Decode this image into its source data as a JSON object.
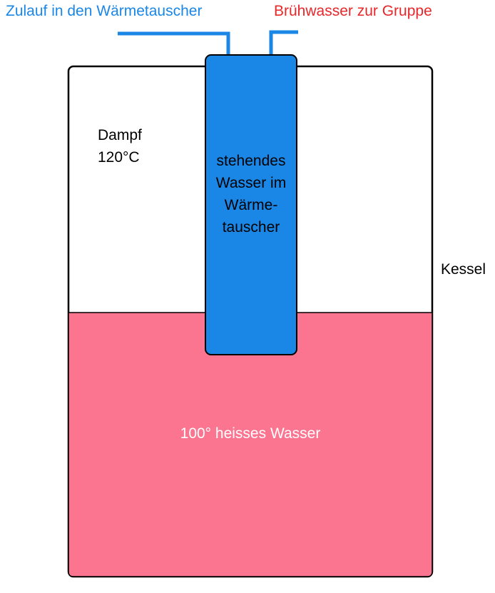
{
  "colors": {
    "pipe_blue": "#1a86e6",
    "heat_exchanger_blue": "#1a86e6",
    "hot_water_pink": "#fb7490",
    "inlet_label": "#1a86e6",
    "outlet_label": "#e8272a",
    "water_label": "#ffffff",
    "outline": "#000000"
  },
  "labels": {
    "inlet": "Zulauf in den Wärmetauscher",
    "outlet": "Brühwasser zur Gruppe",
    "steam_line1": "Dampf",
    "steam_line2": "120°C",
    "boiler": "Kessel",
    "heat_exchanger_lines": [
      "stehendes",
      "Wasser im",
      "Wärme-",
      "tauscher"
    ],
    "hot_water": "100° heisses Wasser"
  }
}
